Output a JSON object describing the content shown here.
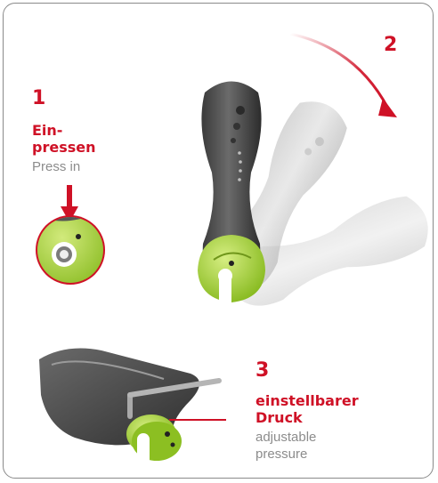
{
  "step1": {
    "number": "1",
    "label_de_line1": "Ein-",
    "label_de_line2": "pressen",
    "label_en": "Press in"
  },
  "step2": {
    "number": "2"
  },
  "step3": {
    "number": "3",
    "label_de_line1": "einstellbarer",
    "label_de_line2": "Druck",
    "label_en_line1": "adjustable",
    "label_en_line2": "pressure"
  },
  "colors": {
    "accent_red": "#cf1126",
    "lime_green": "#9acd2a",
    "dark_grey": "#4a4a4a",
    "caption_grey": "#8c8c8c"
  }
}
